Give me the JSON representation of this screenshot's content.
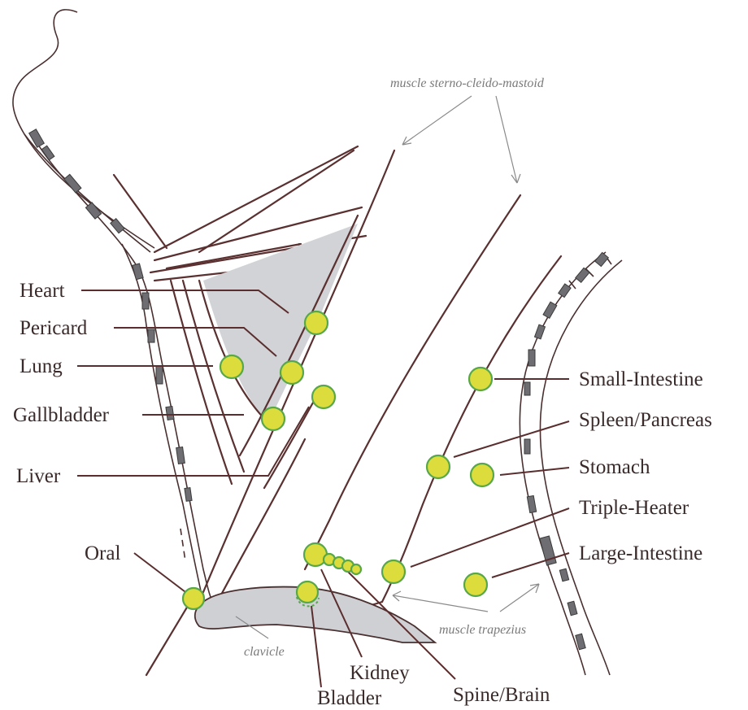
{
  "labels": {
    "heart": "Heart",
    "pericard": "Pericard",
    "lung": "Lung",
    "gallbladder": "Gallbladder",
    "liver": "Liver",
    "oral": "Oral",
    "small_intestine": "Small-Intestine",
    "spleen_pancreas": "Spleen/Pancreas",
    "stomach": "Stomach",
    "triple_heater": "Triple-Heater",
    "large_intestine": "Large-Intestine",
    "kidney": "Kidney",
    "bladder": "Bladder",
    "spine_brain": "Spine/Brain"
  },
  "anatomy": {
    "muscle_scm": "muscle sterno-cleido-mastoid",
    "muscle_trapezius": "muscle trapezius",
    "clavicle": "clavicle"
  },
  "colors": {
    "point_fill": "#dcdc3c",
    "point_stroke": "#56a84a",
    "line": "#5a2e2e",
    "shade": "#d2d3d6"
  }
}
